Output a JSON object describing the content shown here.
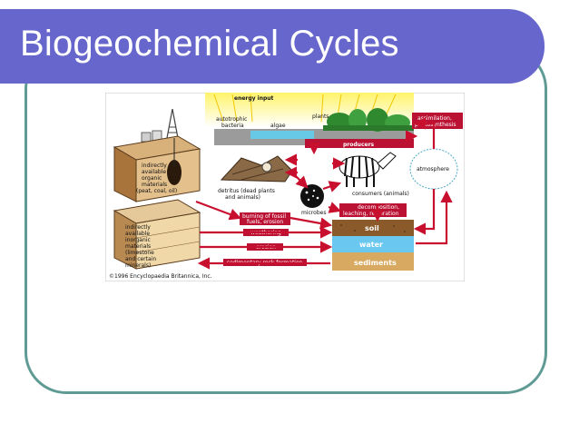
{
  "slide": {
    "title": "Biogeochemical Cycles"
  },
  "diagram": {
    "energy_input": "energy input",
    "autotrophic_bacteria": [
      "autotrophic",
      "bacteria"
    ],
    "algae": "algae",
    "plants": "plants",
    "producers": "producers",
    "assimilation": [
      "assimilation,",
      "photosynthesis"
    ],
    "atmosphere": "atmosphere",
    "indirect_organic": [
      "indirectly",
      "available",
      "organic",
      "materials",
      "(peat, coal, oil)"
    ],
    "indirect_inorganic": [
      "indirectly",
      "available",
      "inorganic",
      "materials",
      "(limestone",
      "and certain",
      "minerals)"
    ],
    "detritus": [
      "detritus (dead plants",
      "and animals)"
    ],
    "consumers": "consumers (animals)",
    "microbes": "microbes",
    "burning": [
      "burning of fossil",
      "fuels, erosion"
    ],
    "decomposition": [
      "decomposition,",
      "leaching, respiration"
    ],
    "weathering": "weathering",
    "erosion": "erosion",
    "sedimentary": "sedimentary rock formation",
    "soil": "soil",
    "water": "water",
    "sediments": "sediments",
    "copyright": "©1996 Encyclopaedia Britannica, Inc.",
    "colors": {
      "arrow_red": "#c8102e",
      "producers_bar": "#bb1133",
      "soil": "#8b5a2b",
      "water": "#6ac8f0",
      "sediments": "#d8a960",
      "sun": "#ffe94a"
    }
  }
}
